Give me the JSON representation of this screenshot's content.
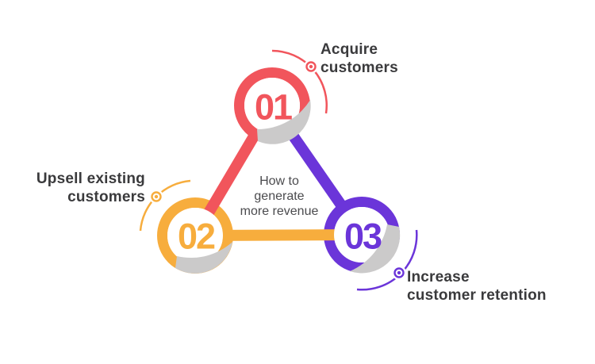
{
  "diagram": {
    "title_center": {
      "line1": "How to",
      "line2": "generate",
      "line3": "more revenue"
    },
    "nodes": [
      {
        "number": "01",
        "label_line1": "Acquire",
        "label_line2": "customers",
        "color": "#f1555c"
      },
      {
        "number": "02",
        "label_line1": "Upsell existing",
        "label_line2": "customers",
        "color": "#f7ad3d"
      },
      {
        "number": "03",
        "label_line1": "Increase",
        "label_line2": "customer retention",
        "color": "#6b35d9"
      }
    ],
    "colors": {
      "red": "#f1555c",
      "orange": "#f7ad3d",
      "purple": "#6b35d9",
      "crescent_gray": "#cbcaca",
      "label_text": "#3a3a3c",
      "center_text": "#4b4b4e",
      "background": "#ffffff",
      "marker_fill": "#ffffff"
    }
  }
}
